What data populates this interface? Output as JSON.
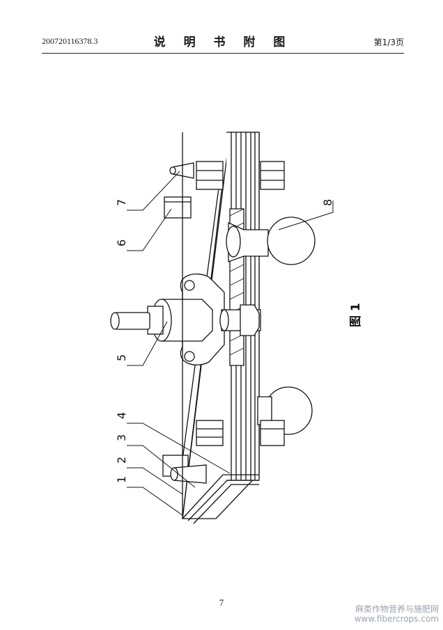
{
  "header": {
    "application_number": "200720116378.3",
    "title": "说 明 书 附 图",
    "page_of": "第1/3页"
  },
  "figure": {
    "caption": "图 1",
    "part_labels": [
      "1",
      "2",
      "3",
      "4",
      "5",
      "6",
      "7",
      "8"
    ]
  },
  "footer": {
    "page_number": "7"
  },
  "watermark": {
    "site_name": "麻类作物营养与施肥网",
    "site_url": "www.fibercrops.com"
  }
}
